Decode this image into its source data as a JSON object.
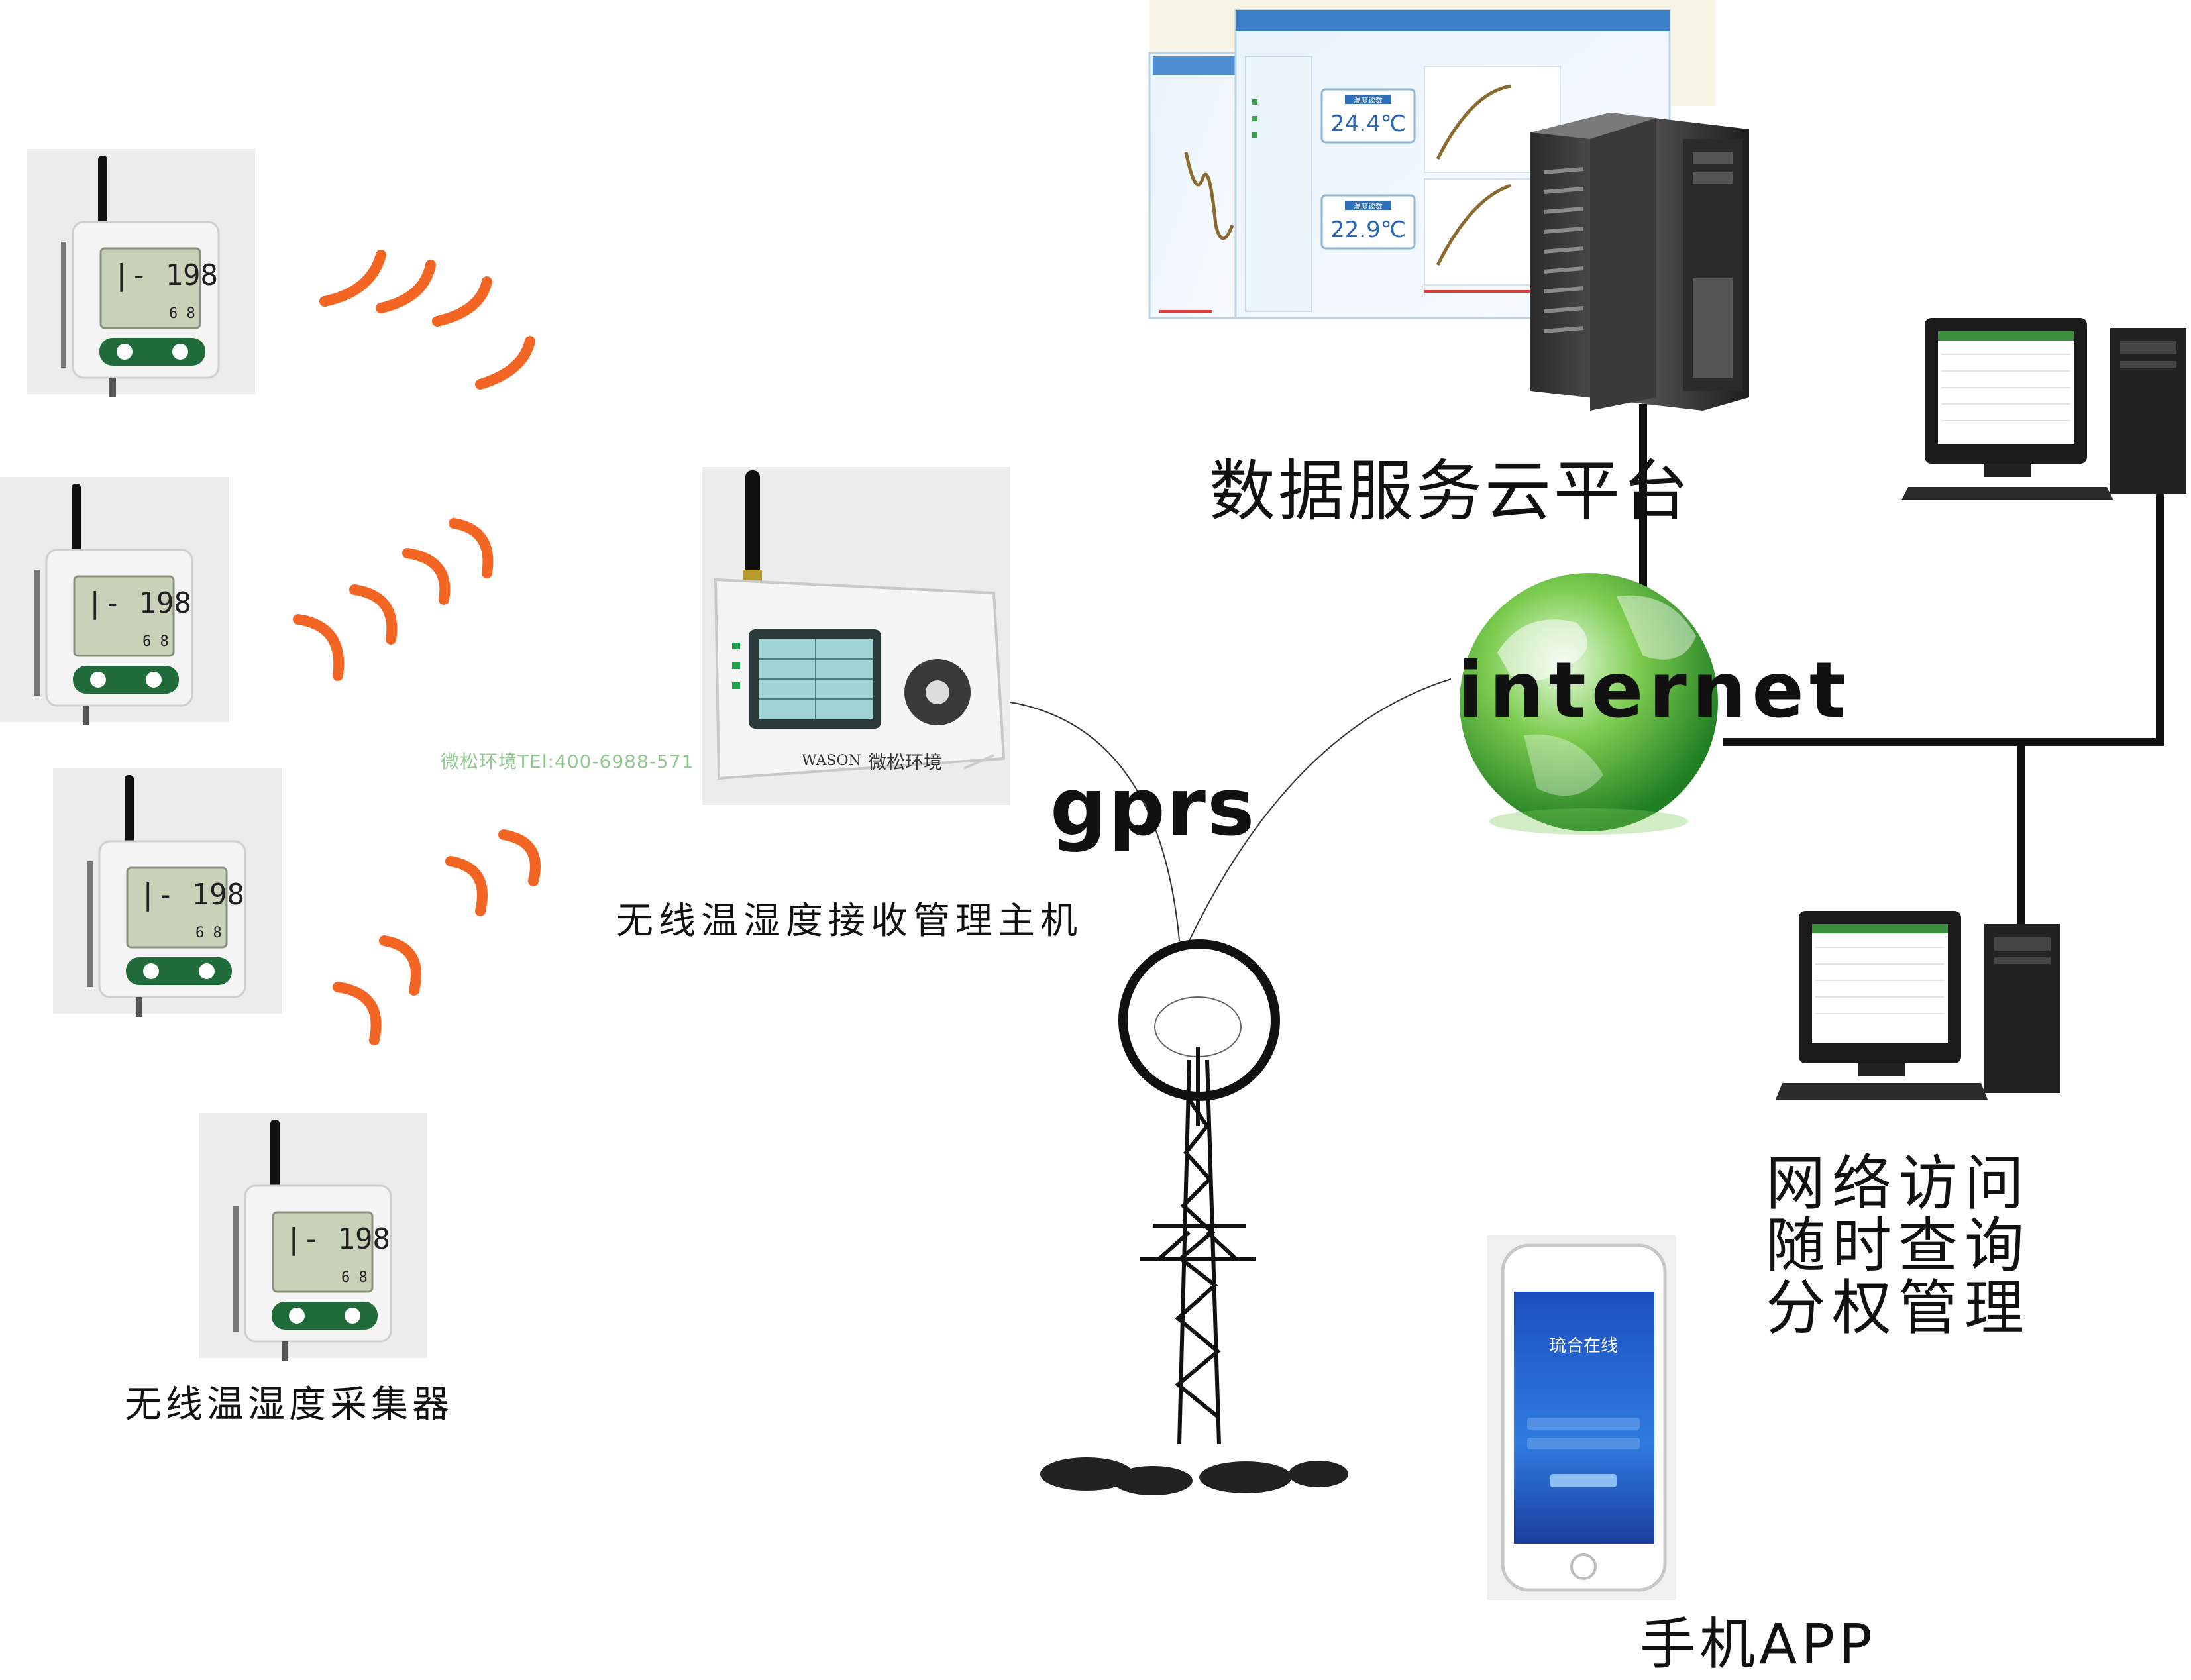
{
  "labels": {
    "collector": "无线温湿度采集器",
    "host": "无线温湿度接收管理主机",
    "cloud": "数据服务云平台",
    "gprs": "gprs",
    "internet": "internet",
    "network_access": [
      "网络访问",
      "随时查询",
      "分权管理"
    ],
    "mobile_app": "手机APP",
    "watermark": "微松环境TEl:400-6988-571"
  },
  "devices": {
    "sensor_display": "198",
    "sensor_display_small": "6 8"
  },
  "dashboard": {
    "reading_1": "24.4℃",
    "reading_2": "22.9℃",
    "reading_1_tag": "温度读数",
    "reading_2_tag": "温度读数"
  },
  "host_device": {
    "brand": "微松环境",
    "brand_en": "WASON"
  },
  "phone": {
    "app_title": "琉合在线"
  },
  "colors": {
    "signal_wave": "#f26522",
    "globe_green": "#4caf50",
    "device_green": "#1f6b3a",
    "lines": "#111111"
  }
}
